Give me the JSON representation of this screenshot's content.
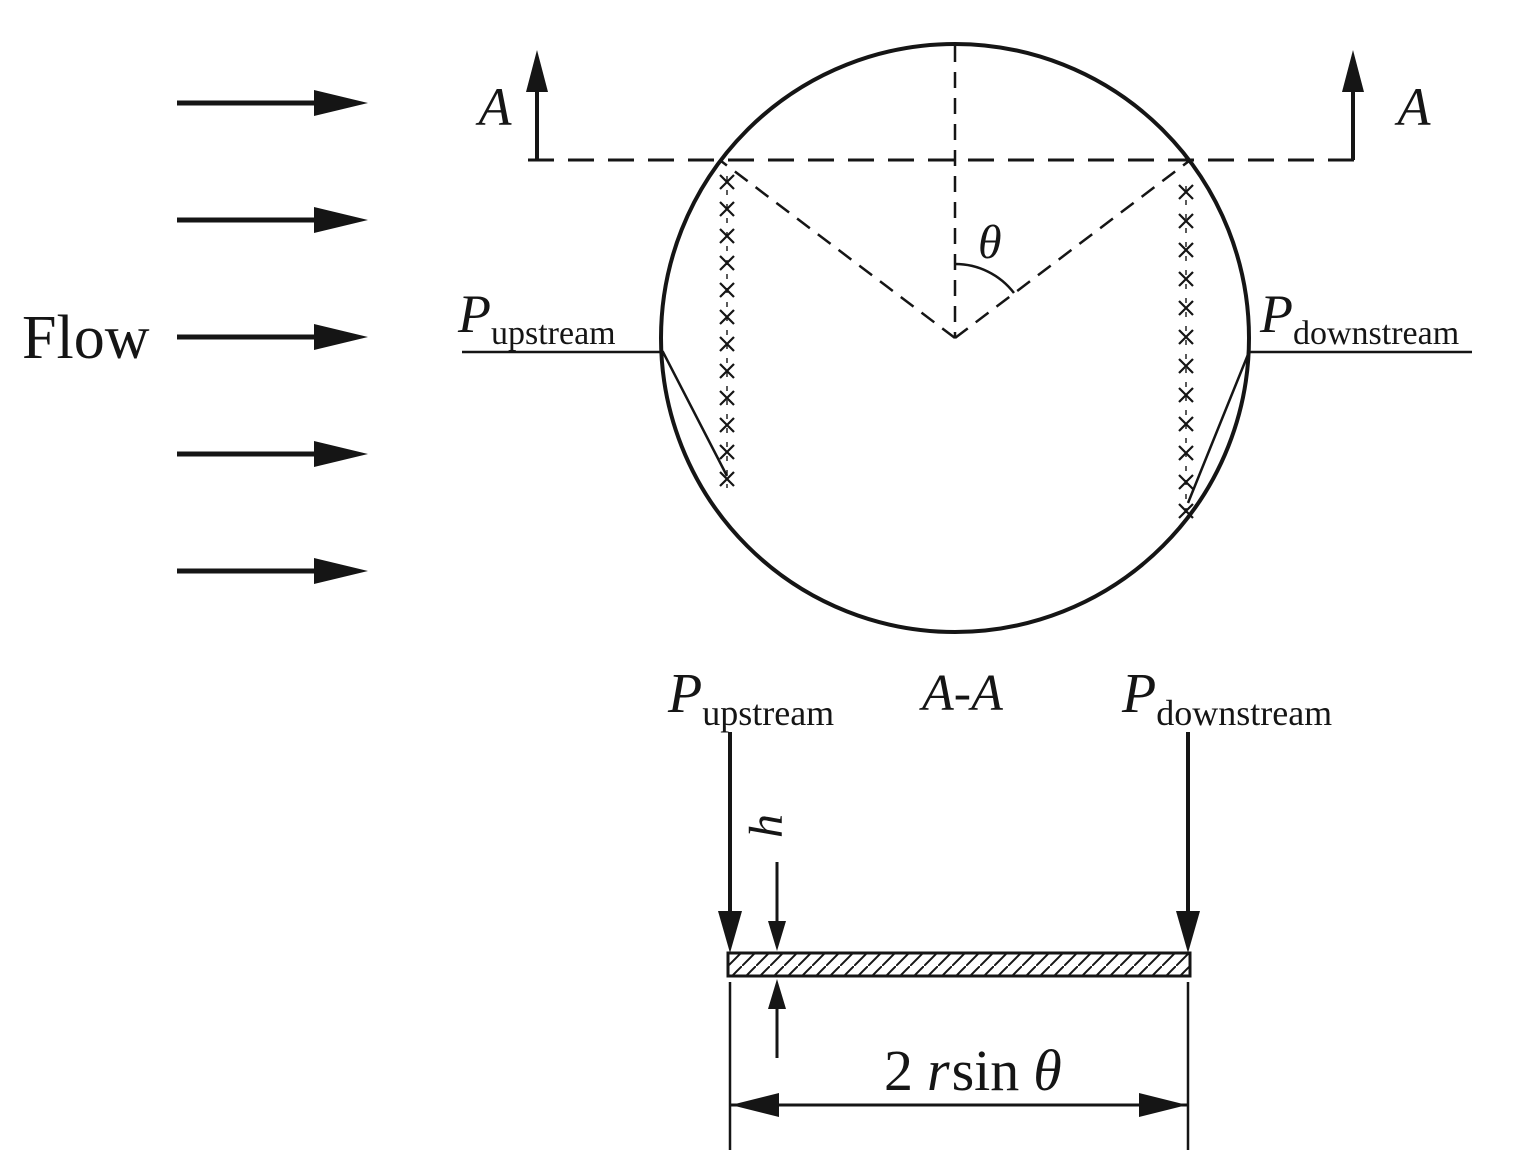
{
  "figure": {
    "ink_color": "#151515",
    "background_color": "#ffffff"
  },
  "flow": {
    "label": "Flow"
  },
  "section": {
    "marker_left": "A",
    "marker_right": "A",
    "view_label": "A-A"
  },
  "labels": {
    "P": "P",
    "upstream": "upstream",
    "downstream": "downstream",
    "theta": "θ",
    "h": "h"
  },
  "dimension": {
    "coefficient": "2",
    "radius": "r",
    "operator": "sin",
    "angle": "θ"
  }
}
